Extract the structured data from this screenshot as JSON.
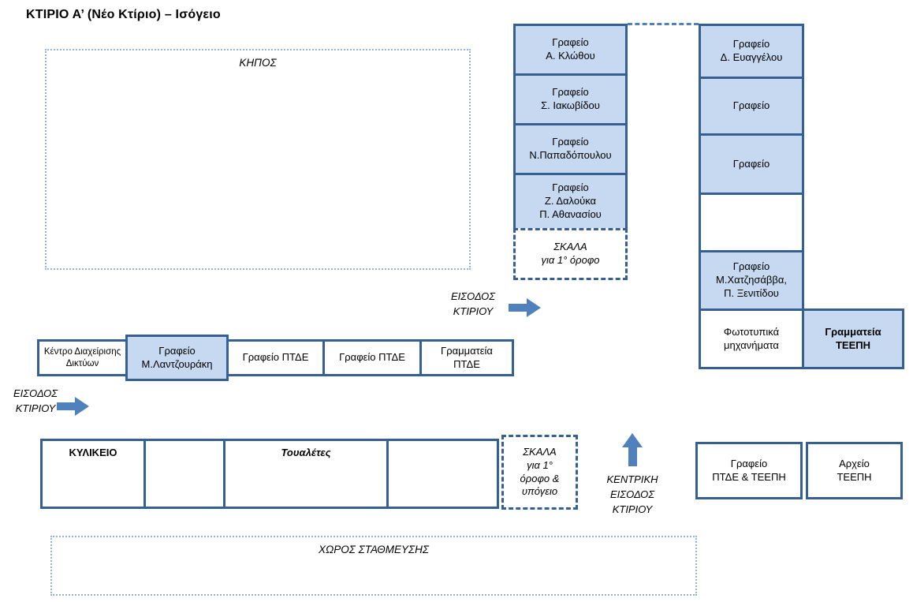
{
  "title": "ΚΤΙΡΙΟ Α’ (Νέο Κτίριο) – Ισόγειο",
  "garden": {
    "label": "ΚΗΠΟΣ"
  },
  "parking": {
    "label": "ΧΩΡΟΣ ΣΤΑΘΜΕΥΣΗΣ"
  },
  "top_column": {
    "rooms": [
      {
        "label": "Γραφείο\nΑ. Κλώθου"
      },
      {
        "label": "Γραφείο\nΣ. Ιακωβίδου"
      },
      {
        "label": "Γραφείο\nΝ.Παπαδόπουλου"
      },
      {
        "label": "Γραφείο\nΖ. Δαλούκα\nΠ. Αθανασίου"
      }
    ],
    "stairs_label": "ΣΚΑΛΑ\nγια 1° όροφο"
  },
  "right_column": {
    "rooms": [
      {
        "label": "Γραφείο\nΔ. Ευαγγέλου"
      },
      {
        "label": "Γραφείο"
      },
      {
        "label": "Γραφείο"
      },
      {
        "label": ""
      },
      {
        "label": "Γραφείο\nΜ.Χατζησάββα,\nΠ. Ξενιτίδου"
      },
      {
        "label": "Φωτοτυπικά\nμηχανήματα"
      },
      {
        "label": "Γραμματεία\nΤΕΕΠΗ"
      }
    ]
  },
  "middle_row": {
    "rooms": [
      {
        "label": "Κέντρο Διαχείρισης\nΔικτύων"
      },
      {
        "label": "Γραφείο\nΜ.Λαντζουράκη"
      },
      {
        "label": "Γραφείο ΠΤΔΕ"
      },
      {
        "label": "Γραφείο ΠΤΔΕ"
      },
      {
        "label": "Γραμματεία\nΠΤΔΕ"
      }
    ]
  },
  "bottom_row": {
    "rooms": [
      {
        "label": "ΚΥΛΙΚΕΙΟ"
      },
      {
        "label": ""
      },
      {
        "label": "Τουαλέτες"
      },
      {
        "label": ""
      }
    ],
    "stairs_label": "ΣΚΑΛΑ\nγια 1°\nόροφο &\nυπόγειο"
  },
  "bottom_right": {
    "rooms": [
      {
        "label": "Γραφείο\nΠΤΔΕ & ΤΕΕΠΗ"
      },
      {
        "label": "Αρχείο\nΤΕΕΠΗ"
      }
    ]
  },
  "entrances": {
    "side_label": "ΕΙΣΟΔΟΣ\nΚΤΙΡΙΟΥ",
    "left_label": "ΕΙΣΟΔΟΣ\nΚΤΙΡΙΟΥ",
    "main_label": "ΚΕΝΤΡΙΚΗ\nΕΙΣΟΔΟΣ\nΚΤΙΡΙΟΥ"
  },
  "colors": {
    "room_border": "#376092",
    "room_fill_blue": "#c6d9f1",
    "arrow_blue": "#4f81bd",
    "dotted_outline": "#95b3d7"
  }
}
